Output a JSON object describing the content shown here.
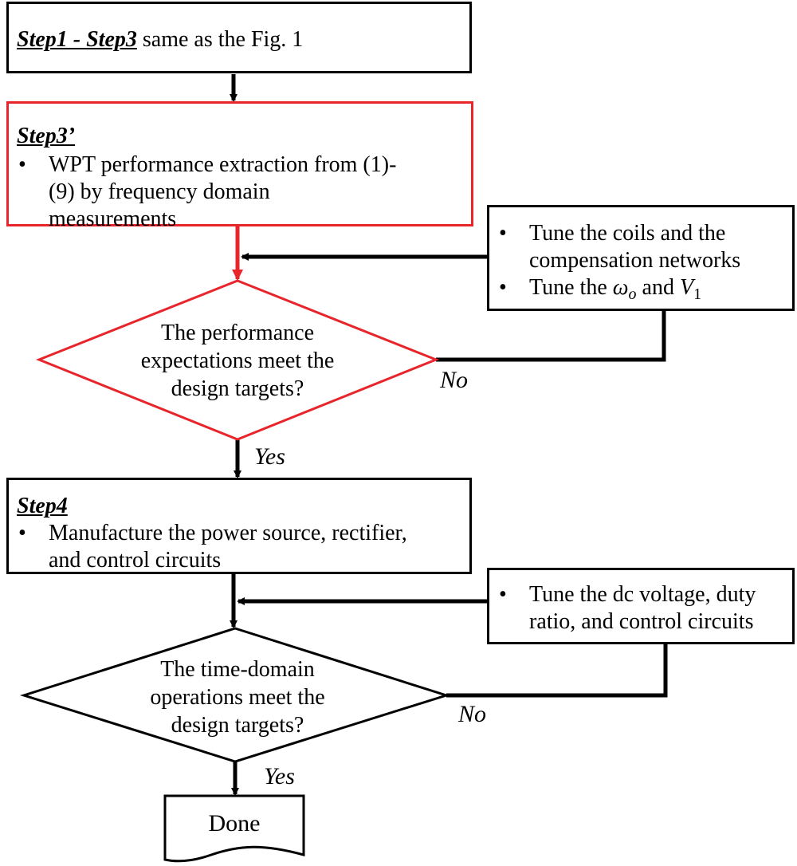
{
  "step1": {
    "head": "Step1 - Step3",
    "text": " same as the Fig. 1"
  },
  "step3p": {
    "head": "Step3’",
    "bullet": "WPT performance extraction from (1)-(9) by frequency domain measurements"
  },
  "tune1": {
    "item1": "Tune the coils and the compensation networks",
    "item2_pre": "Tune the ",
    "omega": "ω",
    "omega_sub": "o",
    "and": " and ",
    "v": "V",
    "v_sub": "1"
  },
  "decision1": {
    "text": "The performance expectations meet the design targets?",
    "no": "No",
    "yes": "Yes"
  },
  "step4": {
    "head": "Step4",
    "bullet": "Manufacture the power source, rectifier, and control circuits"
  },
  "tune2": {
    "item1": "Tune the dc voltage, duty ratio, and control circuits"
  },
  "decision2": {
    "text": "The time-domain operations meet the design targets?",
    "no": "No",
    "yes": "Yes"
  },
  "done": {
    "label": "Done"
  },
  "colors": {
    "highlight": "#e8252b",
    "line": "#000000"
  }
}
